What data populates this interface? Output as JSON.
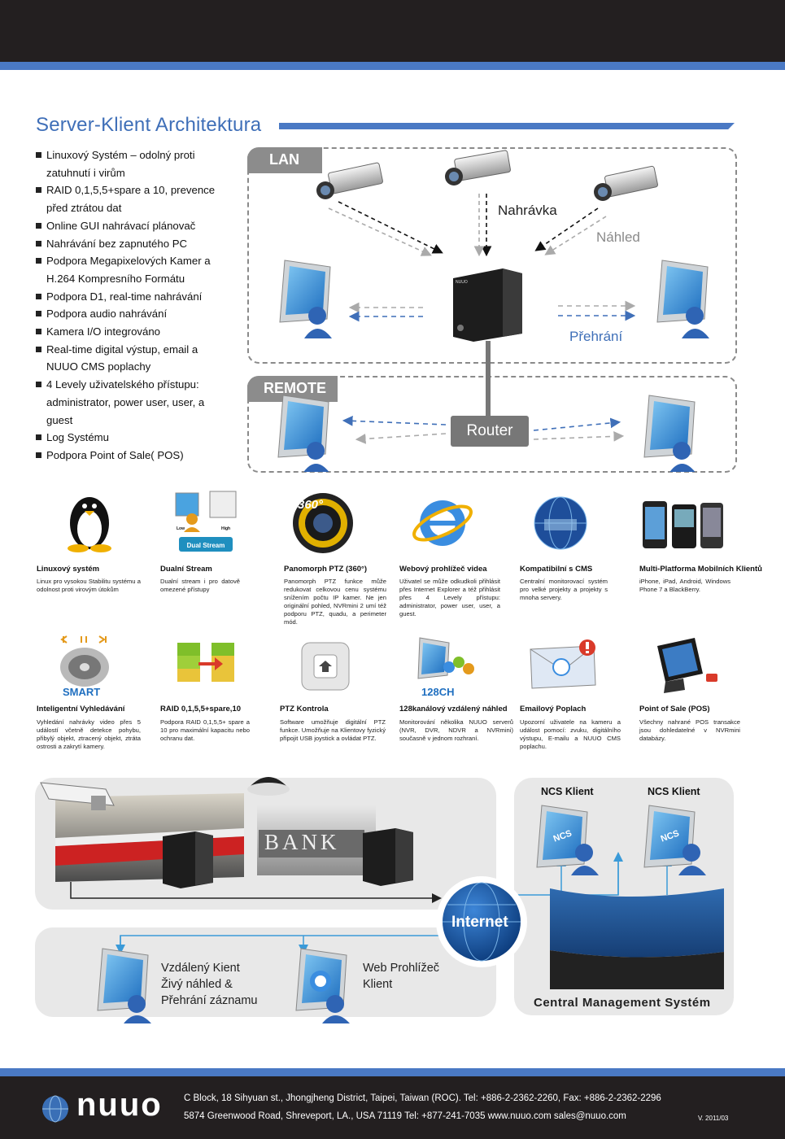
{
  "header": {
    "title": "Server-Klient Architektura"
  },
  "features": [
    "Linuxový Systém – odolný proti zatuhnutí i virům",
    "RAID 0,1,5,5+spare a 10, prevence před ztrátou dat",
    "Online GUI nahrávací plánovač",
    "Nahrávání bez zapnutého PC",
    "Podpora Megapixelových Kamer a H.264 Kompresního Formátu",
    "Podpora D1, real-time nahrávání",
    "Podpora audio nahrávání",
    "Kamera I/O integrováno",
    "Real-time digital výstup, email a NUUO CMS poplachy",
    "4 Levely uživatelského přístupu: administrator, power user, user, a guest",
    "Log Systému",
    "Podpora Point of Sale( POS)"
  ],
  "network": {
    "lan_label": "LAN",
    "remote_label": "REMOTE",
    "recording_label": "Nahrávka",
    "preview_label": "Náhled",
    "playback_label": "Přehrání",
    "router_label": "Router",
    "nvr_brand": "NUUO"
  },
  "icons_row1": [
    {
      "icon": "linux-penguin-icon",
      "title": "Linuxový systém",
      "desc": "Linux pro vysokou Stabilitu systému a odolnost proti virovým útokům"
    },
    {
      "icon": "dual-stream-icon",
      "title": "Dualní Stream",
      "desc": "Dualní stream i pro datově omezené přístupy",
      "badge": "Dual Stream",
      "low": "Low",
      "high": "High"
    },
    {
      "icon": "ptz-360-icon",
      "title": "Panomorph PTZ (360°)",
      "desc": "Panomorph PTZ funkce může redukovat celkovou cenu systému snížením počtu IP kamer. Ne jen originální pohled, NVRmini 2 umí též podporu PTZ, quadu, a perimeter mód.",
      "badge": "360°"
    },
    {
      "icon": "ie-browser-icon",
      "title": "Webový prohlížeč videa",
      "desc": "Uživatel se může odkudkoli přihlásit přes Internet Explorer a též přihlásit přes 4 Levely přístupu: administrator, power user, user, a guest."
    },
    {
      "icon": "cms-globe-icon",
      "title": "Kompatibilní s CMS",
      "desc": "Centralní monitorovací systém pro velké projekty a projekty s mnoha servery."
    },
    {
      "icon": "mobile-phones-icon",
      "title": "Multi-Platforma Mobilních Klientů",
      "desc": "iPhone, iPad, Android, Windows Phone 7 a BlackBerry."
    }
  ],
  "icons_row2": [
    {
      "icon": "smart-search-reel-icon",
      "title": "Inteligentní Vyhledávání",
      "desc": "Vyhledání nahrávky video přes 5 událostí včetně detekce pohybu, přibylý objekt, ztracený objekt, ztráta ostrosti a zakrytí kamery.",
      "badge": "SMART"
    },
    {
      "icon": "raid-disks-icon",
      "title": "RAID 0,1,5,5+spare,10",
      "desc": "Podpora RAID 0,1,5,5+ spare a 10 pro maximální kapacitu nebo ochranu dat."
    },
    {
      "icon": "ptz-joystick-icon",
      "title": "PTZ Kontrola",
      "desc": "Software umožňuje digitální PTZ funkce. Umožňuje na Klientovy fyzický připojit USB joystick a ovládat PTZ."
    },
    {
      "icon": "128ch-monitor-icon",
      "title": "128kanálový vzdálený náhled",
      "desc": "Monitorování několika NUUO serverů (NVR, DVR, NDVR a NVRmini) současně v jednom rozhraní.",
      "badge": "128CH"
    },
    {
      "icon": "email-alarm-icon",
      "title": "Emailový Poplach",
      "desc": "Upozorní uživatele na kameru a událost pomocí: zvuku, digitálního výstupu, E-mailu a NUUO CMS poplachu."
    },
    {
      "icon": "pos-terminal-icon",
      "title": "Point of Sale (POS)",
      "desc": "Všechny nahrané POS transakce jsou dohledatelné v NVRmini databázy."
    }
  ],
  "bottom": {
    "bank_sign": "BANK",
    "internet_label": "Internet",
    "ncs_client_1": "NCS Klient",
    "ncs_client_2": "NCS Klient",
    "ncs_badge": "NCS",
    "remote_client": [
      "Vzdálený Kient",
      "Živý náhled &",
      "Přehrání záznamu"
    ],
    "web_client": [
      "Web Prohlížeč",
      "Klient"
    ],
    "cms_label": "Central Management Systém"
  },
  "footer": {
    "logo": "nuuo",
    "address1": "C Block, 18 Sihyuan st., Jhongjheng District, Taipei, Taiwan (ROC).   Tel: +886-2-2362-2260,  Fax: +886-2-2362-2296",
    "address2": "5874 Greenwood Road, Shreveport, LA., USA 71119  Tel: +877-241-7035   www.nuuo.com   sales@nuuo.com",
    "version": "V. 2011/03"
  },
  "colors": {
    "accent_blue": "#4a79c4",
    "dark": "#231f20",
    "gray_tag": "#8c8c8c"
  }
}
